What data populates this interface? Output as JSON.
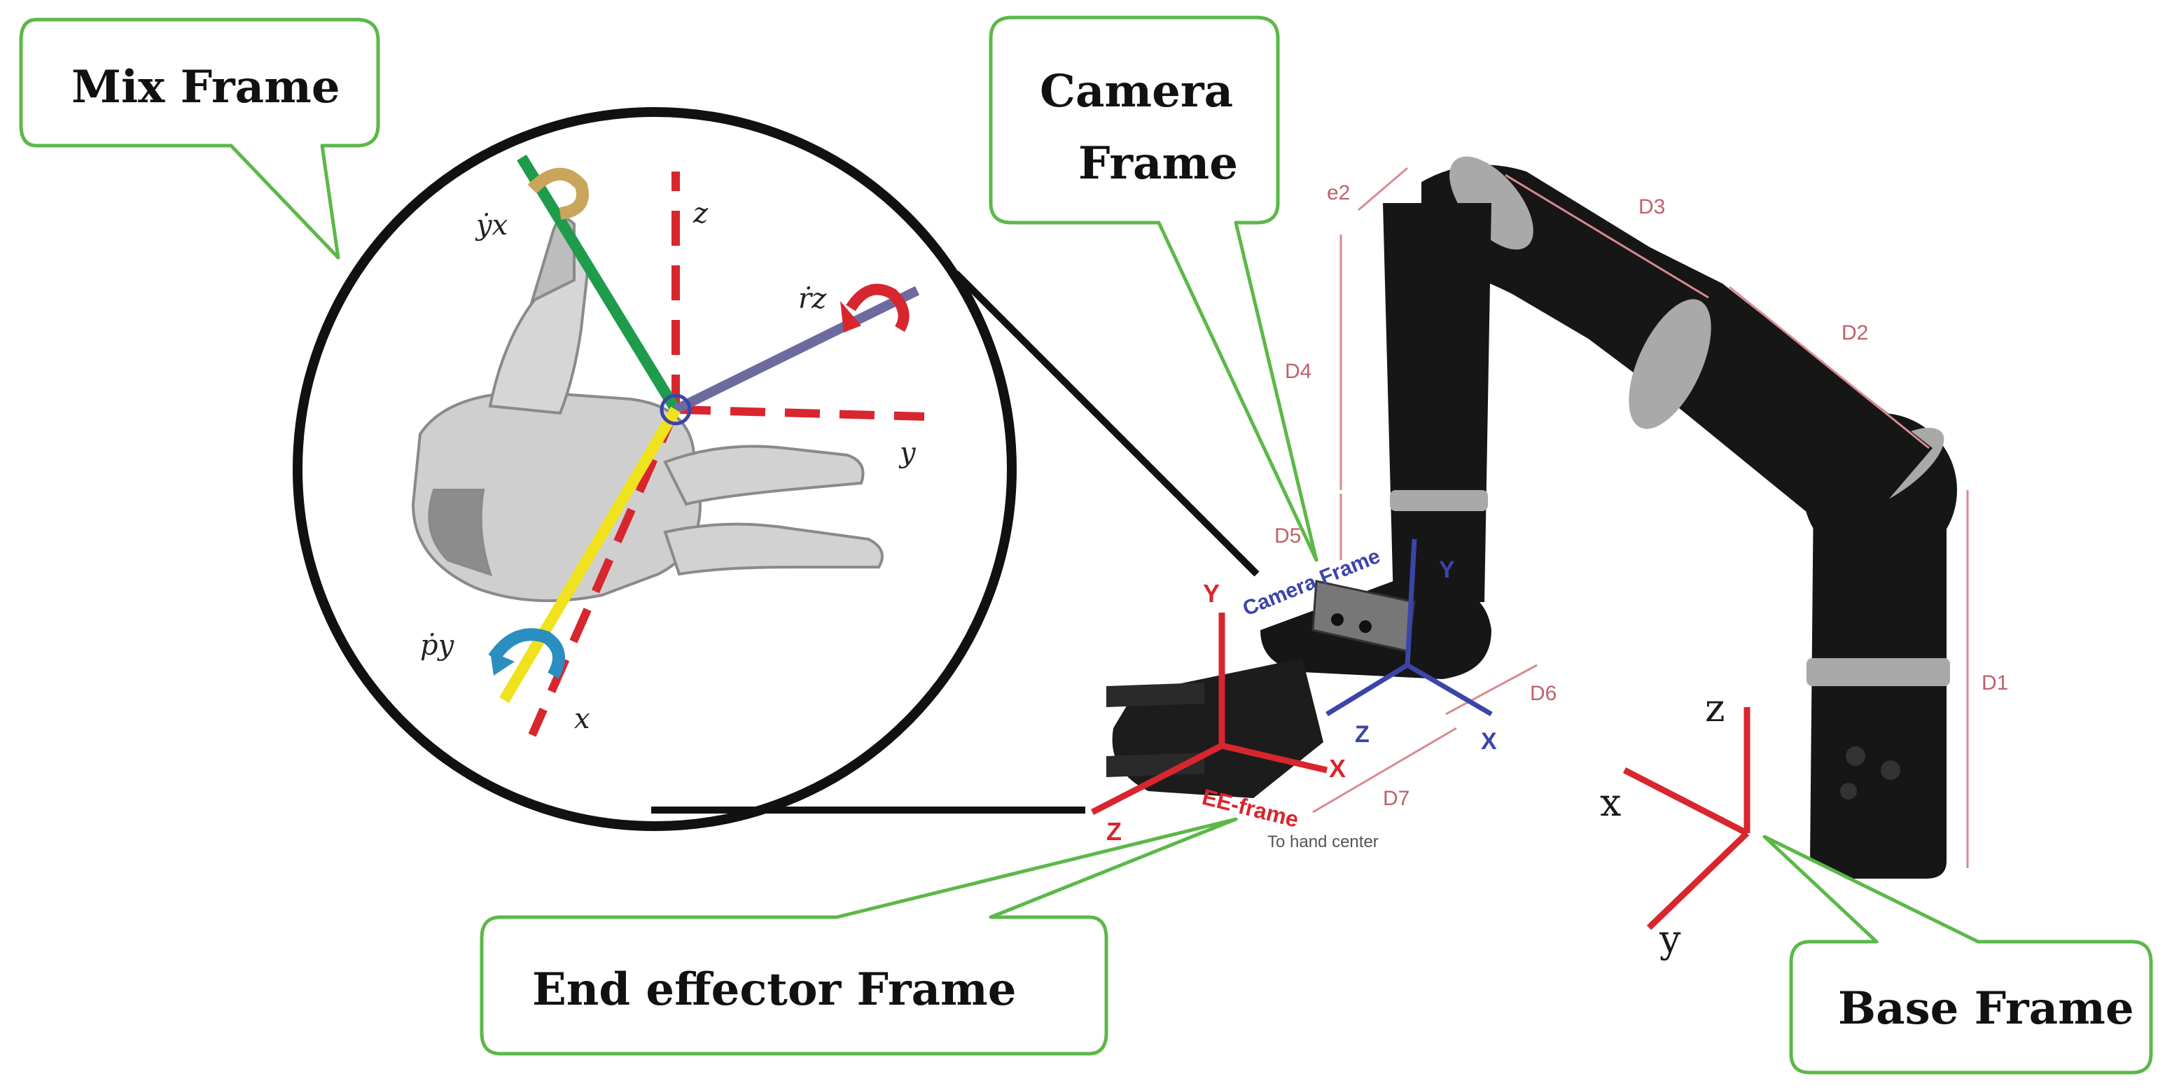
{
  "callouts": {
    "mix_frame": "Mix Frame",
    "camera_frame_line1": "Camera",
    "camera_frame_line2": "Frame",
    "end_effector_frame": "End effector Frame",
    "base_frame": "Base Frame"
  },
  "mix_frame_axes": {
    "z": "z",
    "y": "y",
    "x": "x",
    "yx_dot": "ẏx",
    "rz_dot": "ṙz",
    "py_dot": "ṗy"
  },
  "dimensions": {
    "e2": "e2",
    "d1": "D1",
    "d2": "D2",
    "d3": "D3",
    "d4": "D4",
    "d5": "D5",
    "d6": "D6",
    "d7": "D7"
  },
  "ee_frame": {
    "y": "Y",
    "x": "X",
    "z": "Z",
    "label": "EE-frame",
    "to_hand_center": "To hand center"
  },
  "camera_frame_axes": {
    "label": "Camera Frame",
    "y": "Y",
    "x": "X",
    "z": "Z"
  },
  "base_frame_axes": {
    "z": "z",
    "x": "x",
    "y": "y"
  },
  "colors": {
    "callout_border": "#5cb848",
    "red_axis": "#d8262e",
    "blue_axis": "#3b45a8",
    "green_axis": "#1e9c4c",
    "yellow_axis": "#f0e21c",
    "purple_axis": "#6d6aa0",
    "arm_black": "#161616",
    "arm_ring": "#a9a9a9"
  }
}
